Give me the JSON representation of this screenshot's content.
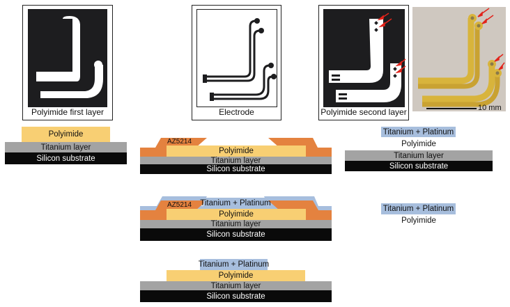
{
  "colors": {
    "polyimide": "#f8cf73",
    "titanium": "#a3a3a3",
    "silicon": "#0a0a0a",
    "ti_pt": "#a7bedd",
    "az5214": "#e4823f",
    "mask_bg": "#1d1d1f",
    "arrow": "#e2231a",
    "photo_bg": "#cfc8c0",
    "electrode_gold": "#d8b43c"
  },
  "top_panels": {
    "first": {
      "caption": "Polyimide first layer",
      "icon": "polyimide-first-layer-mask"
    },
    "electrode": {
      "caption": "Electrode",
      "icon": "electrode-mask"
    },
    "second": {
      "caption": "Polyimide second layer",
      "icon": "polyimide-second-layer-mask"
    },
    "photo": {
      "scale_label": "10 mm"
    }
  },
  "stacks": {
    "s1": {
      "polyimide": "Polyimide",
      "titanium": "Titanium layer",
      "silicon": "Silicon substrate"
    },
    "s2": {
      "az": "AZ5214",
      "polyimide": "Polyimide",
      "titanium": "Titanium layer",
      "silicon": "Silicon substrate"
    },
    "s3": {
      "az": "AZ5214",
      "tipt": "Titanium + Platinum",
      "polyimide": "Polyimide",
      "titanium": "Titanium layer",
      "silicon": "Silicon substrate"
    },
    "s4": {
      "tipt": "Titanium + Platinum",
      "polyimide": "Polyimide",
      "titanium": "Titanium layer",
      "silicon": "Silicon substrate"
    },
    "s5": {
      "tipt": "Titanium + Platinum",
      "polyimide": "Polyimide",
      "titanium": "Titanium layer",
      "silicon": "Silicon substrate"
    },
    "s6": {
      "tipt": "Titanium + Platinum",
      "polyimide": "Polyimide"
    }
  }
}
